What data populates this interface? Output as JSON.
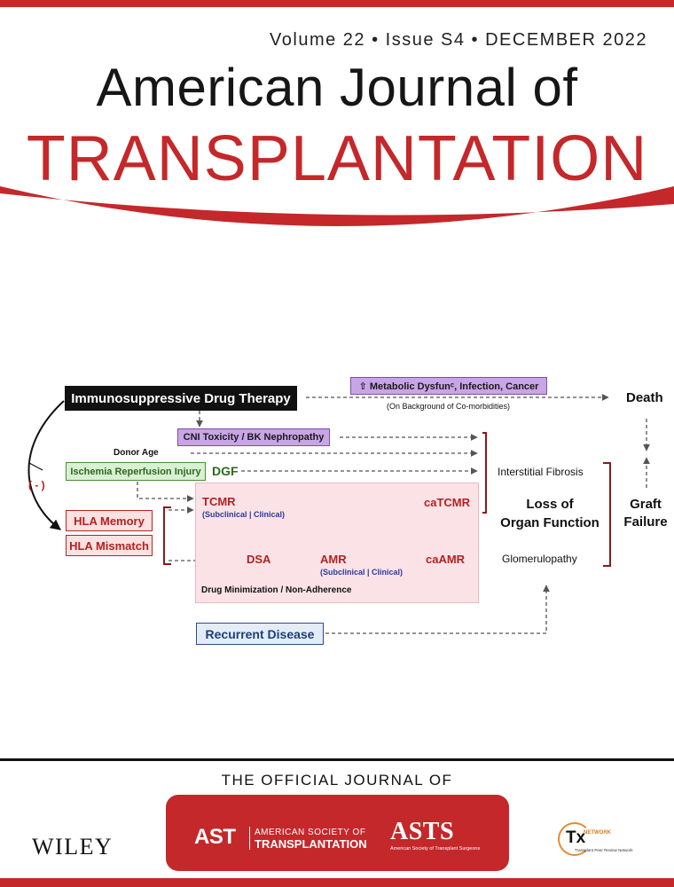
{
  "header": {
    "issue_line": "Volume 22 • Issue S4 • DECEMBER 2022",
    "title_line1": "American Journal of",
    "title_line2": "TRANSPLANTATION"
  },
  "figure": {
    "immuno": "Immunosuppressive Drug Therapy",
    "metabolic": "⇧ Metabolic Dysfunᶜ, Infection, Cancer",
    "comorbid": "(On Background of Co-morbidities)",
    "death": "Death",
    "cni": "CNI Toxicity / BK Nephropathy",
    "donor_age": "Donor Age",
    "ischemia": "Ischemia Reperfusion Injury",
    "dgf": "DGF",
    "minus": "( - )",
    "tcmr": "TCMR",
    "tcmr_sub": "(Subclinical | Clinical)",
    "catcmr": "caTCMR",
    "hla_memory": "HLA Memory",
    "hla_mismatch": "HLA Mismatch",
    "dsa": "DSA",
    "amr": "AMR",
    "amr_sub": "(Subclinical | Clinical)",
    "caamr": "caAMR",
    "drug_min": "Drug Minimization / Non-Adherence",
    "interstitial": "Interstitial Fibrosis",
    "loss1": "Loss of",
    "loss2": "Organ Function",
    "glomerulopathy": "Glomerulopathy",
    "graft1": "Graft",
    "graft2": "Failure",
    "recurrent": "Recurrent Disease"
  },
  "footer": {
    "official": "THE OFFICIAL JOURNAL OF",
    "wiley": "WILEY",
    "ast_logo": "AST",
    "ast_name1": "AMERICAN SOCIETY OF",
    "ast_name2": "TRANSPLANTATION",
    "asts_logo": "ASTS",
    "asts_name": "American Society of Transplant Surgeons",
    "tx_logo": "Tx",
    "tx_network": "NETWORK",
    "tx_sub": "Transplant Peer Review Network"
  },
  "colors": {
    "brand_red": "#c4282a",
    "purple": "#c8a6e6",
    "pink": "#fbe2e6",
    "green": "#d9f0d2"
  }
}
